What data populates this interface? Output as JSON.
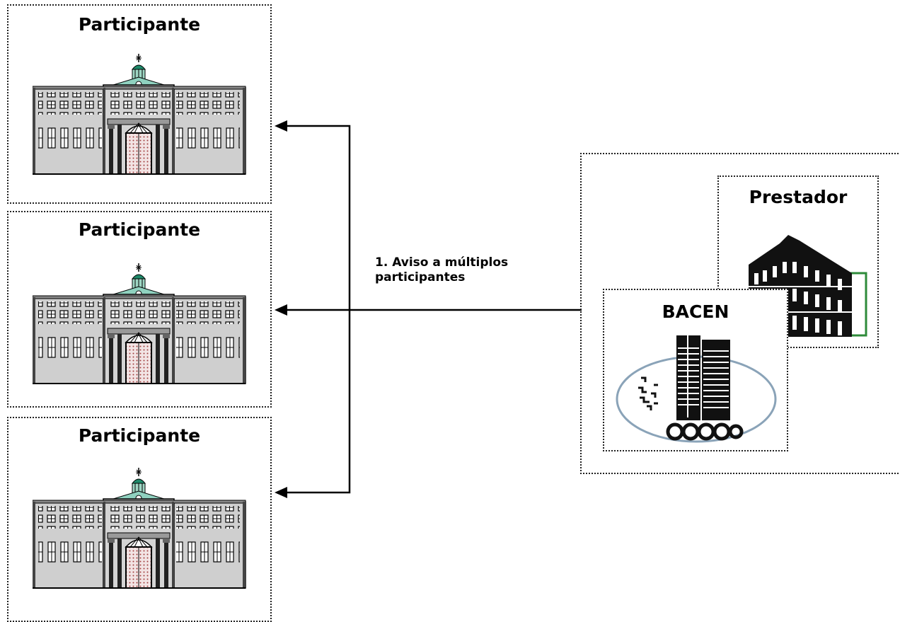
{
  "participants": [
    {
      "label": "Participante"
    },
    {
      "label": "Participante"
    },
    {
      "label": "Participante"
    }
  ],
  "arrow": {
    "label_line1": "1. Aviso a múltiplos",
    "label_line2": "participantes"
  },
  "prestador": {
    "label": "Prestador"
  },
  "bacen": {
    "label": "BACEN"
  }
}
